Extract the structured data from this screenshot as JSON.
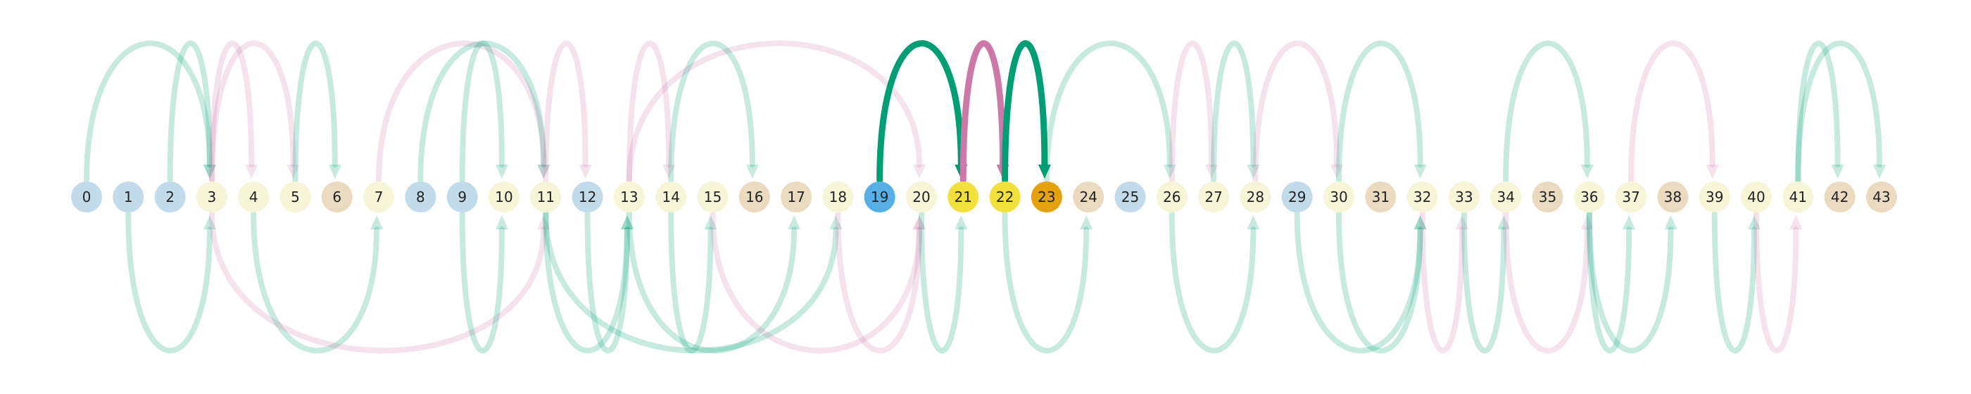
{
  "colors": {
    "node_blue": "#c2dbea",
    "node_cream": "#f7f5d8",
    "node_tan": "#eadbc0",
    "node_bright_blue": "#56b0e6",
    "node_yellow": "#f2e03c",
    "node_orange": "#e6a10f",
    "edge_green": "#009e73",
    "edge_pink": "#cc79a7"
  },
  "nodes": [
    {
      "id": 0,
      "label": "0",
      "color": "node_blue"
    },
    {
      "id": 1,
      "label": "1",
      "color": "node_blue"
    },
    {
      "id": 2,
      "label": "2",
      "color": "node_blue"
    },
    {
      "id": 3,
      "label": "3",
      "color": "node_cream"
    },
    {
      "id": 4,
      "label": "4",
      "color": "node_cream"
    },
    {
      "id": 5,
      "label": "5",
      "color": "node_cream"
    },
    {
      "id": 6,
      "label": "6",
      "color": "node_tan"
    },
    {
      "id": 7,
      "label": "7",
      "color": "node_cream"
    },
    {
      "id": 8,
      "label": "8",
      "color": "node_blue"
    },
    {
      "id": 9,
      "label": "9",
      "color": "node_blue"
    },
    {
      "id": 10,
      "label": "10",
      "color": "node_cream"
    },
    {
      "id": 11,
      "label": "11",
      "color": "node_cream"
    },
    {
      "id": 12,
      "label": "12",
      "color": "node_blue"
    },
    {
      "id": 13,
      "label": "13",
      "color": "node_cream"
    },
    {
      "id": 14,
      "label": "14",
      "color": "node_cream"
    },
    {
      "id": 15,
      "label": "15",
      "color": "node_cream"
    },
    {
      "id": 16,
      "label": "16",
      "color": "node_tan"
    },
    {
      "id": 17,
      "label": "17",
      "color": "node_tan"
    },
    {
      "id": 18,
      "label": "18",
      "color": "node_cream"
    },
    {
      "id": 19,
      "label": "19",
      "color": "node_bright_blue"
    },
    {
      "id": 20,
      "label": "20",
      "color": "node_cream"
    },
    {
      "id": 21,
      "label": "21",
      "color": "node_yellow"
    },
    {
      "id": 22,
      "label": "22",
      "color": "node_yellow"
    },
    {
      "id": 23,
      "label": "23",
      "color": "node_orange"
    },
    {
      "id": 24,
      "label": "24",
      "color": "node_tan"
    },
    {
      "id": 25,
      "label": "25",
      "color": "node_blue"
    },
    {
      "id": 26,
      "label": "26",
      "color": "node_cream"
    },
    {
      "id": 27,
      "label": "27",
      "color": "node_cream"
    },
    {
      "id": 28,
      "label": "28",
      "color": "node_cream"
    },
    {
      "id": 29,
      "label": "29",
      "color": "node_blue"
    },
    {
      "id": 30,
      "label": "30",
      "color": "node_cream"
    },
    {
      "id": 31,
      "label": "31",
      "color": "node_tan"
    },
    {
      "id": 32,
      "label": "32",
      "color": "node_cream"
    },
    {
      "id": 33,
      "label": "33",
      "color": "node_cream"
    },
    {
      "id": 34,
      "label": "34",
      "color": "node_cream"
    },
    {
      "id": 35,
      "label": "35",
      "color": "node_tan"
    },
    {
      "id": 36,
      "label": "36",
      "color": "node_cream"
    },
    {
      "id": 37,
      "label": "37",
      "color": "node_cream"
    },
    {
      "id": 38,
      "label": "38",
      "color": "node_tan"
    },
    {
      "id": 39,
      "label": "39",
      "color": "node_cream"
    },
    {
      "id": 40,
      "label": "40",
      "color": "node_cream"
    },
    {
      "id": 41,
      "label": "41",
      "color": "node_cream"
    },
    {
      "id": 42,
      "label": "42",
      "color": "node_tan"
    },
    {
      "id": 43,
      "label": "43",
      "color": "node_tan"
    }
  ],
  "edges": [
    {
      "from": 0,
      "to": 3,
      "side": "above",
      "kind": "green",
      "highlight": false
    },
    {
      "from": 2,
      "to": 3,
      "side": "above",
      "kind": "green",
      "highlight": false
    },
    {
      "from": 3,
      "to": 4,
      "side": "above",
      "kind": "pink",
      "highlight": false
    },
    {
      "from": 3,
      "to": 5,
      "side": "above",
      "kind": "pink",
      "highlight": false
    },
    {
      "from": 5,
      "to": 6,
      "side": "above",
      "kind": "green",
      "highlight": false
    },
    {
      "from": 7,
      "to": 11,
      "side": "above",
      "kind": "pink",
      "highlight": false
    },
    {
      "from": 8,
      "to": 11,
      "side": "above",
      "kind": "green",
      "highlight": false
    },
    {
      "from": 9,
      "to": 10,
      "side": "above",
      "kind": "green",
      "highlight": false
    },
    {
      "from": 11,
      "to": 12,
      "side": "above",
      "kind": "pink",
      "highlight": false
    },
    {
      "from": 13,
      "to": 14,
      "side": "above",
      "kind": "pink",
      "highlight": false
    },
    {
      "from": 13,
      "to": 20,
      "side": "above",
      "kind": "pink",
      "highlight": false
    },
    {
      "from": 14,
      "to": 16,
      "side": "above",
      "kind": "green",
      "highlight": false
    },
    {
      "from": 19,
      "to": 21,
      "side": "above",
      "kind": "green",
      "highlight": true
    },
    {
      "from": 21,
      "to": 22,
      "side": "above",
      "kind": "pink",
      "highlight": true
    },
    {
      "from": 22,
      "to": 23,
      "side": "above",
      "kind": "green",
      "highlight": true
    },
    {
      "from": 23,
      "to": 26,
      "side": "above",
      "kind": "green",
      "highlight": false
    },
    {
      "from": 26,
      "to": 27,
      "side": "above",
      "kind": "pink",
      "highlight": false
    },
    {
      "from": 27,
      "to": 28,
      "side": "above",
      "kind": "green",
      "highlight": false
    },
    {
      "from": 28,
      "to": 30,
      "side": "above",
      "kind": "pink",
      "highlight": false
    },
    {
      "from": 30,
      "to": 32,
      "side": "above",
      "kind": "green",
      "highlight": false
    },
    {
      "from": 34,
      "to": 36,
      "side": "above",
      "kind": "green",
      "highlight": false
    },
    {
      "from": 37,
      "to": 39,
      "side": "above",
      "kind": "pink",
      "highlight": false
    },
    {
      "from": 41,
      "to": 42,
      "side": "above",
      "kind": "green",
      "highlight": false
    },
    {
      "from": 41,
      "to": 43,
      "side": "above",
      "kind": "green",
      "highlight": false
    },
    {
      "from": 1,
      "to": 3,
      "side": "below",
      "kind": "green",
      "highlight": false
    },
    {
      "from": 4,
      "to": 7,
      "side": "below",
      "kind": "green",
      "highlight": false
    },
    {
      "from": 3,
      "to": 11,
      "side": "below",
      "kind": "pink",
      "highlight": false
    },
    {
      "from": 9,
      "to": 10,
      "side": "below",
      "kind": "green",
      "highlight": false
    },
    {
      "from": 11,
      "to": 13,
      "side": "below",
      "kind": "green",
      "highlight": false
    },
    {
      "from": 12,
      "to": 13,
      "side": "below",
      "kind": "green",
      "highlight": false
    },
    {
      "from": 11,
      "to": 18,
      "side": "below",
      "kind": "green",
      "highlight": false
    },
    {
      "from": 14,
      "to": 15,
      "side": "below",
      "kind": "green",
      "highlight": false
    },
    {
      "from": 13,
      "to": 17,
      "side": "below",
      "kind": "green",
      "highlight": false
    },
    {
      "from": 15,
      "to": 20,
      "side": "below",
      "kind": "pink",
      "highlight": false
    },
    {
      "from": 18,
      "to": 20,
      "side": "below",
      "kind": "pink",
      "highlight": false
    },
    {
      "from": 20,
      "to": 21,
      "side": "below",
      "kind": "green",
      "highlight": false
    },
    {
      "from": 22,
      "to": 24,
      "side": "below",
      "kind": "green",
      "highlight": false
    },
    {
      "from": 26,
      "to": 28,
      "side": "below",
      "kind": "green",
      "highlight": false
    },
    {
      "from": 29,
      "to": 32,
      "side": "below",
      "kind": "green",
      "highlight": false
    },
    {
      "from": 30,
      "to": 32,
      "side": "below",
      "kind": "green",
      "highlight": false
    },
    {
      "from": 32,
      "to": 33,
      "side": "below",
      "kind": "pink",
      "highlight": false
    },
    {
      "from": 33,
      "to": 34,
      "side": "below",
      "kind": "green",
      "highlight": false
    },
    {
      "from": 34,
      "to": 36,
      "side": "below",
      "kind": "pink",
      "highlight": false
    },
    {
      "from": 36,
      "to": 37,
      "side": "below",
      "kind": "green",
      "highlight": false
    },
    {
      "from": 36,
      "to": 38,
      "side": "below",
      "kind": "green",
      "highlight": false
    },
    {
      "from": 39,
      "to": 40,
      "side": "below",
      "kind": "green",
      "highlight": false
    },
    {
      "from": 40,
      "to": 41,
      "side": "below",
      "kind": "pink",
      "highlight": false
    }
  ]
}
